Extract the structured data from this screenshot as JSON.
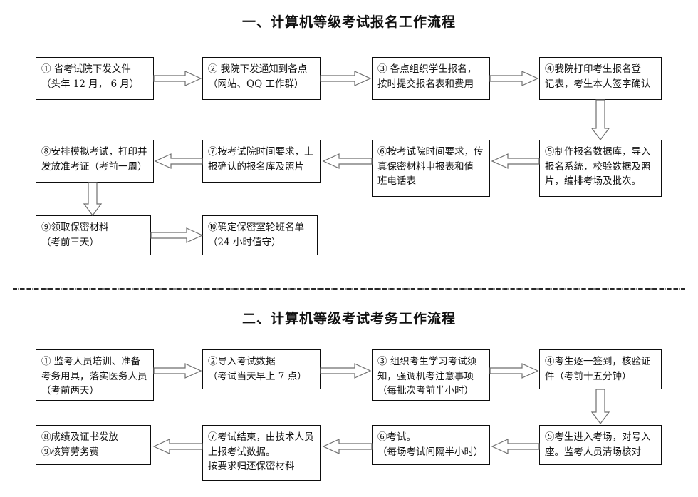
{
  "document": {
    "sections": [
      {
        "id": "section-1",
        "title": "一、计算机等级考试报名工作流程",
        "nodes": [
          {
            "id": "s1-n1",
            "text": "①  省考试院下发文件\n（头年 12 月，   6 月）"
          },
          {
            "id": "s1-n2",
            "text": "②  我院下发通知到各点\n（网站、QQ 工作群）"
          },
          {
            "id": "s1-n3",
            "text": "③  各点组织学生报名，\n按时提交报名表和费用"
          },
          {
            "id": "s1-n4",
            "text": "④我院打印考生报名登\n记表，考生本人签字确认"
          },
          {
            "id": "s1-n5",
            "text": "⑤制作报名数据库，导入\n报名系统，校验数据及照\n片，编排考场及批次。"
          },
          {
            "id": "s1-n6",
            "text": "⑥按考试院时间要求，传\n真保密材料申报表和值\n班电话表"
          },
          {
            "id": "s1-n7",
            "text": "⑦按考试院时间要求，上\n报确认的报名库及照片"
          },
          {
            "id": "s1-n8",
            "text": "⑧安排模拟考试，打印并\n发放准考证（考前一周）"
          },
          {
            "id": "s1-n9",
            "text": "⑨领取保密材料\n（考前三天）"
          },
          {
            "id": "s1-n10",
            "text": "⑩确定保密室轮班名单\n（24 小时值守）"
          }
        ],
        "edges": [
          {
            "from": "s1-n1",
            "to": "s1-n2",
            "direction": "right"
          },
          {
            "from": "s1-n2",
            "to": "s1-n3",
            "direction": "right"
          },
          {
            "from": "s1-n3",
            "to": "s1-n4",
            "direction": "right"
          },
          {
            "from": "s1-n4",
            "to": "s1-n5",
            "direction": "down"
          },
          {
            "from": "s1-n5",
            "to": "s1-n6",
            "direction": "left"
          },
          {
            "from": "s1-n6",
            "to": "s1-n7",
            "direction": "left"
          },
          {
            "from": "s1-n7",
            "to": "s1-n8",
            "direction": "left"
          },
          {
            "from": "s1-n8",
            "to": "s1-n9",
            "direction": "down"
          },
          {
            "from": "s1-n9",
            "to": "s1-n10",
            "direction": "right"
          }
        ]
      },
      {
        "id": "section-2",
        "title": "二、计算机等级考试考务工作流程",
        "nodes": [
          {
            "id": "s2-n1",
            "text": "①  监考人员培训、准备\n考务用具，落实医务人员\n（考前两天）"
          },
          {
            "id": "s2-n2",
            "text": "②导入考试数据\n（考试当天早上 7 点）"
          },
          {
            "id": "s2-n3",
            "text": "③  组织考生学习考试须\n知，强调机考注意事项\n（每批次考前半小时）"
          },
          {
            "id": "s2-n4",
            "text": "④考生逐一签到，核验证\n件（考前十五分钟）"
          },
          {
            "id": "s2-n5",
            "text": "⑤考生进入考场，对号入\n座。监考人员清场核对"
          },
          {
            "id": "s2-n6",
            "text": "⑥考试。\n（每场考试间隔半小时）"
          },
          {
            "id": "s2-n7",
            "text": "⑦考试结束，由技术人员\n上报考试数据。\n按要求归还保密材料"
          },
          {
            "id": "s2-n8",
            "text": "⑧成绩及证书发放\n⑨核算劳务费"
          }
        ],
        "edges": [
          {
            "from": "s2-n1",
            "to": "s2-n2",
            "direction": "right"
          },
          {
            "from": "s2-n2",
            "to": "s2-n3",
            "direction": "right"
          },
          {
            "from": "s2-n3",
            "to": "s2-n4",
            "direction": "right"
          },
          {
            "from": "s2-n4",
            "to": "s2-n5",
            "direction": "down"
          },
          {
            "from": "s2-n5",
            "to": "s2-n6",
            "direction": "left"
          },
          {
            "from": "s2-n6",
            "to": "s2-n7",
            "direction": "left"
          },
          {
            "from": "s2-n7",
            "to": "s2-n8",
            "direction": "left"
          }
        ]
      }
    ],
    "divider": {
      "style": "dash-dot"
    },
    "colors": {
      "text": "#111111",
      "box_border": "#0d0d0d",
      "arrow_stroke": "#6e6e6e",
      "background": "#ffffff"
    }
  }
}
